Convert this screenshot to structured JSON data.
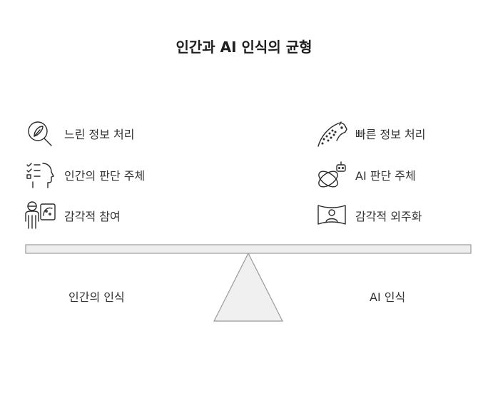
{
  "title": "인간과 AI 인식의 균형",
  "left": {
    "items": [
      {
        "label": "느린 정보 처리",
        "icon": "leaf-magnifier-icon"
      },
      {
        "label": "인간의 판단 주체",
        "icon": "head-checklist-icon"
      },
      {
        "label": "감각적 참여",
        "icon": "person-painting-icon"
      }
    ],
    "base_label": "인간의 인식"
  },
  "right": {
    "items": [
      {
        "label": "빠른 정보 처리",
        "icon": "cheetah-icon"
      },
      {
        "label": "AI 판단 주체",
        "icon": "robot-orbit-icon"
      },
      {
        "label": "감각적 외주화",
        "icon": "panorama-person-icon"
      }
    ],
    "base_label": "AI 인식"
  },
  "colors": {
    "beam_fill": "#eeeeee",
    "beam_stroke": "#9a9a9a",
    "fulcrum_fill": "#f0f0f0"
  }
}
